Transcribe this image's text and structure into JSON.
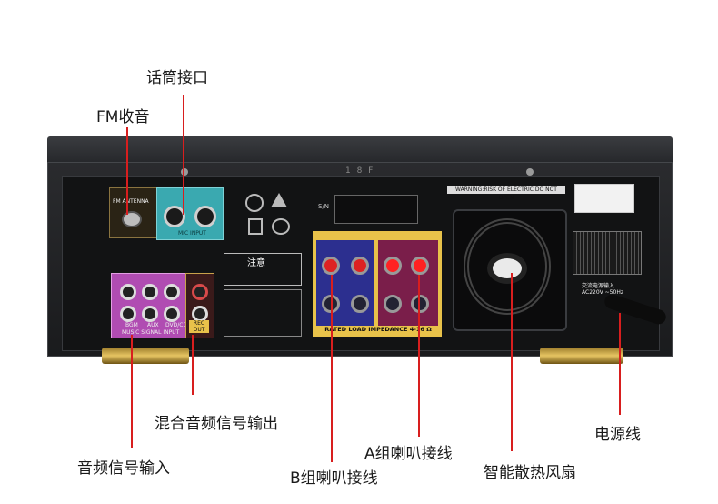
{
  "callouts": {
    "mic": "话筒接口",
    "fm": "FM收音",
    "rec": "混合音频信号输出",
    "signal_in": "音频信号输入",
    "b_speaker": "B组喇叭接线",
    "a_speaker": "A组喇叭接线",
    "fan": "智能散热风扇",
    "power": "电源线"
  },
  "panel": {
    "serial": "S/N",
    "model_mark": "1 8 F",
    "fm_label": "FM ANTENNA",
    "mic_label": "MIC INPUT",
    "warning_en": "WARNING:RISK OF ELECTRIC DO NOT OPEN",
    "caution": "注意",
    "signal_labels": [
      "BGM",
      "AUX",
      "DVD/CD"
    ],
    "signal_footer": "MUSIC SIGNAL INPUT",
    "rec_out": "REC OUT",
    "impedance": "RATED LOAD IMPEDANCE 4-16 Ω",
    "power_spec": "AC220V ~50Hz",
    "power_title": "交流电源输入"
  },
  "colors": {
    "accent_line": "#d81e1e",
    "chassis": "#1b1c1e",
    "mic_panel": "#3aa9b0",
    "signal_panel": "#b04cb2",
    "speaker_panel": "#e8c24a"
  }
}
